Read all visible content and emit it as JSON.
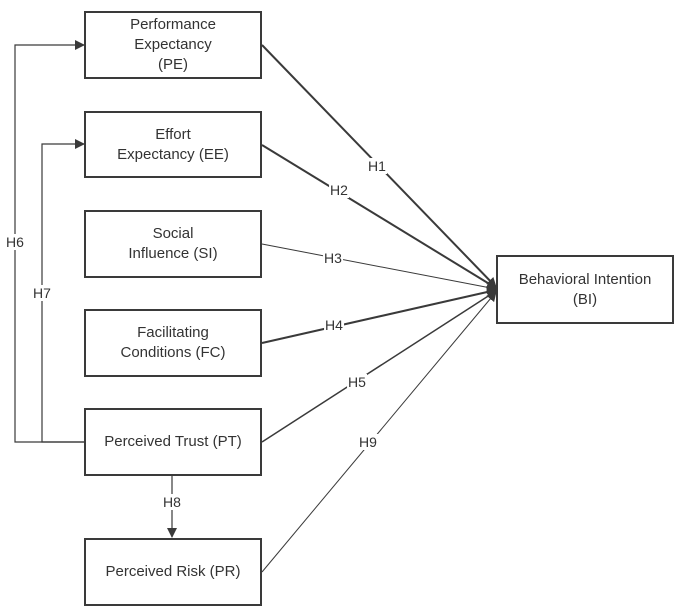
{
  "nodes": {
    "pe": "Performance\nExpectancy\n(PE)",
    "ee": "Effort\nExpectancy (EE)",
    "si": "Social\nInfluence (SI)",
    "fc": "Facilitating\nConditions (FC)",
    "pt": "Perceived Trust (PT)",
    "pr": "Perceived Risk (PR)",
    "bi": "Behavioral Intention\n(BI)"
  },
  "hypotheses": {
    "h1": "H1",
    "h2": "H2",
    "h3": "H3",
    "h4": "H4",
    "h5": "H5",
    "h6": "H6",
    "h7": "H7",
    "h8": "H8",
    "h9": "H9"
  }
}
